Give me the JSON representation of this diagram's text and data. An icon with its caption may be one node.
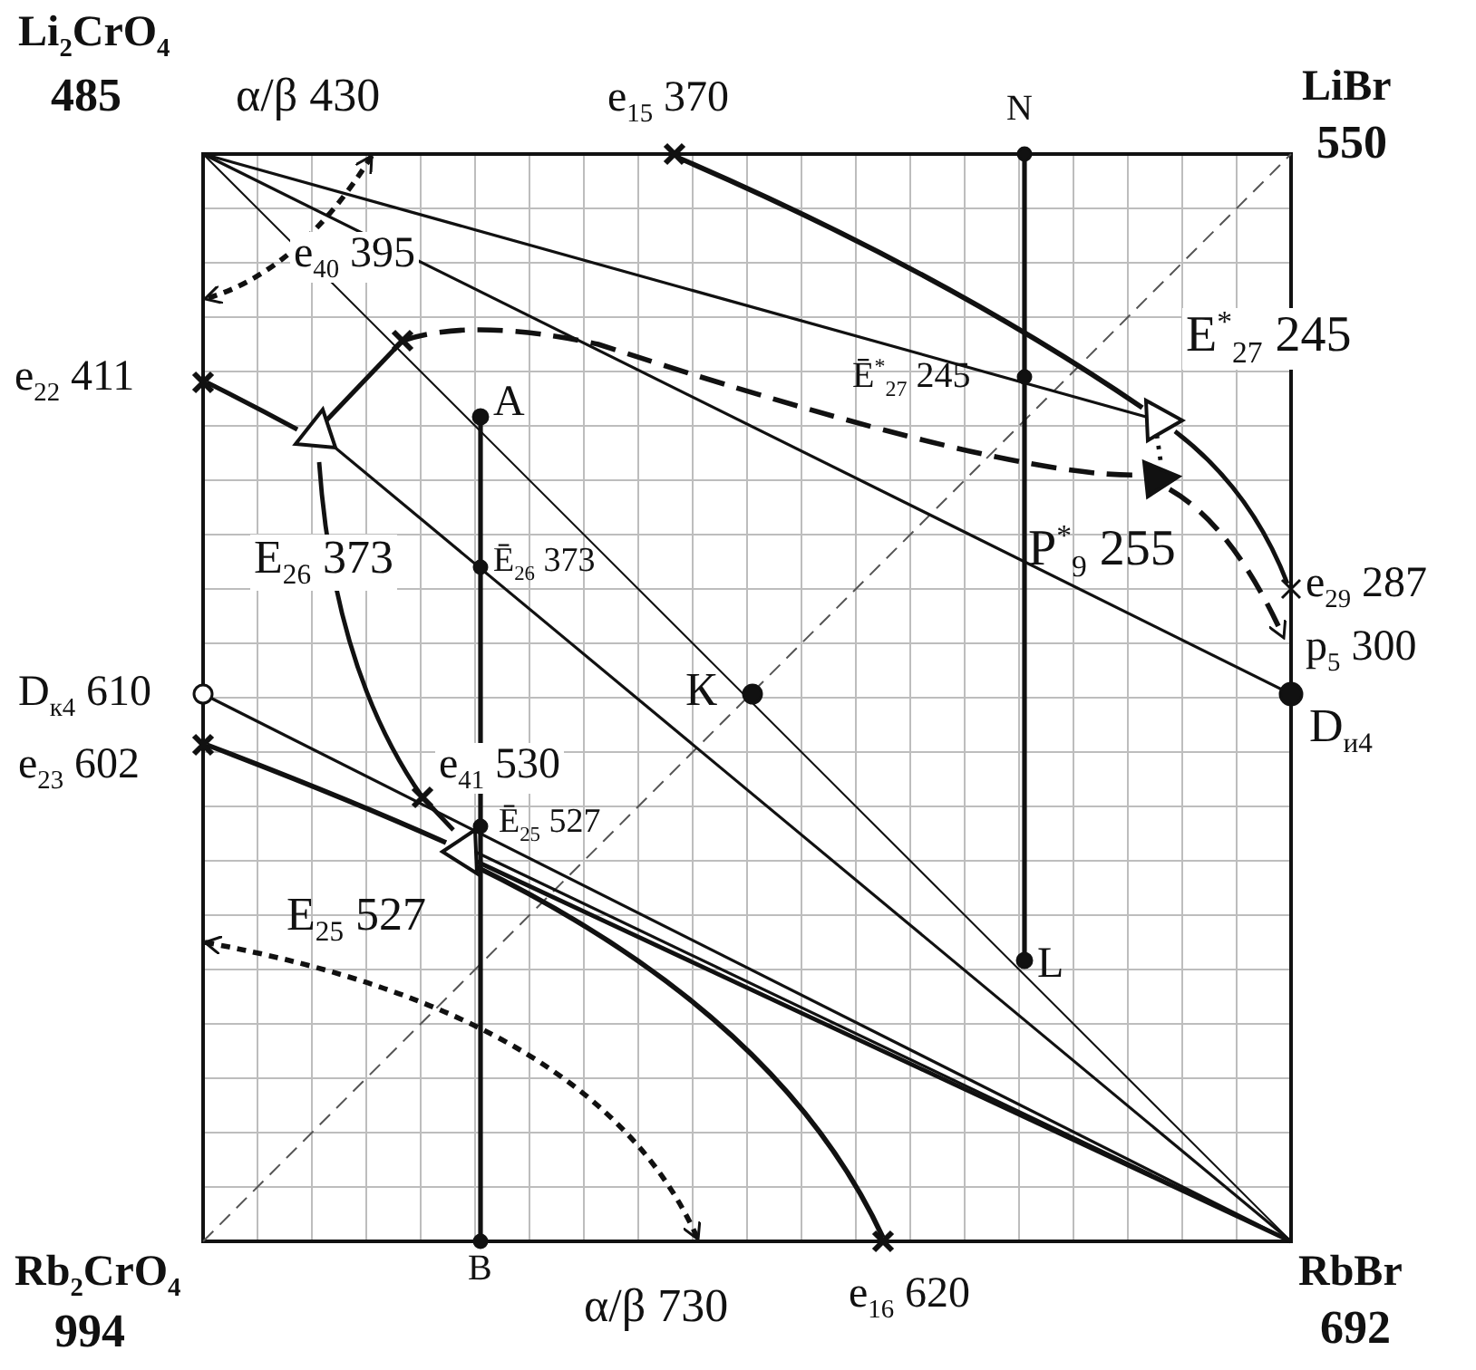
{
  "diagram": {
    "labels": [
      "Li$_{2}$CrO$_{4}$",
      "485",
      "α/β 430",
      "e$_{15}$ 370",
      "N",
      "LiBr",
      "550",
      "e$_{40}$ 395",
      "e$_{22}$ 411",
      "A",
      "E$^{*}$$_{27}$ 245",
      "Ē$^{*}$$_{27}$ 245",
      "E$_{26}$ 373",
      "Ē$_{26}$ 373",
      "P$^{*}$$_{9}$ 255",
      "e$_{29}$ 287",
      "D$_{к4}$ 610",
      "К",
      "p$_{5}$ 300",
      "D$_{и4}$",
      "e$_{23}$ 602",
      "e$_{41}$ 530",
      "Ē$_{25}$ 527",
      "E$_{25}$ 527",
      "L",
      "Rb$_{2}$CrO$_{4}$",
      "994",
      "B",
      "α/β 730",
      "e$_{16}$ 620",
      "RbBr",
      "692"
    ]
  }
}
